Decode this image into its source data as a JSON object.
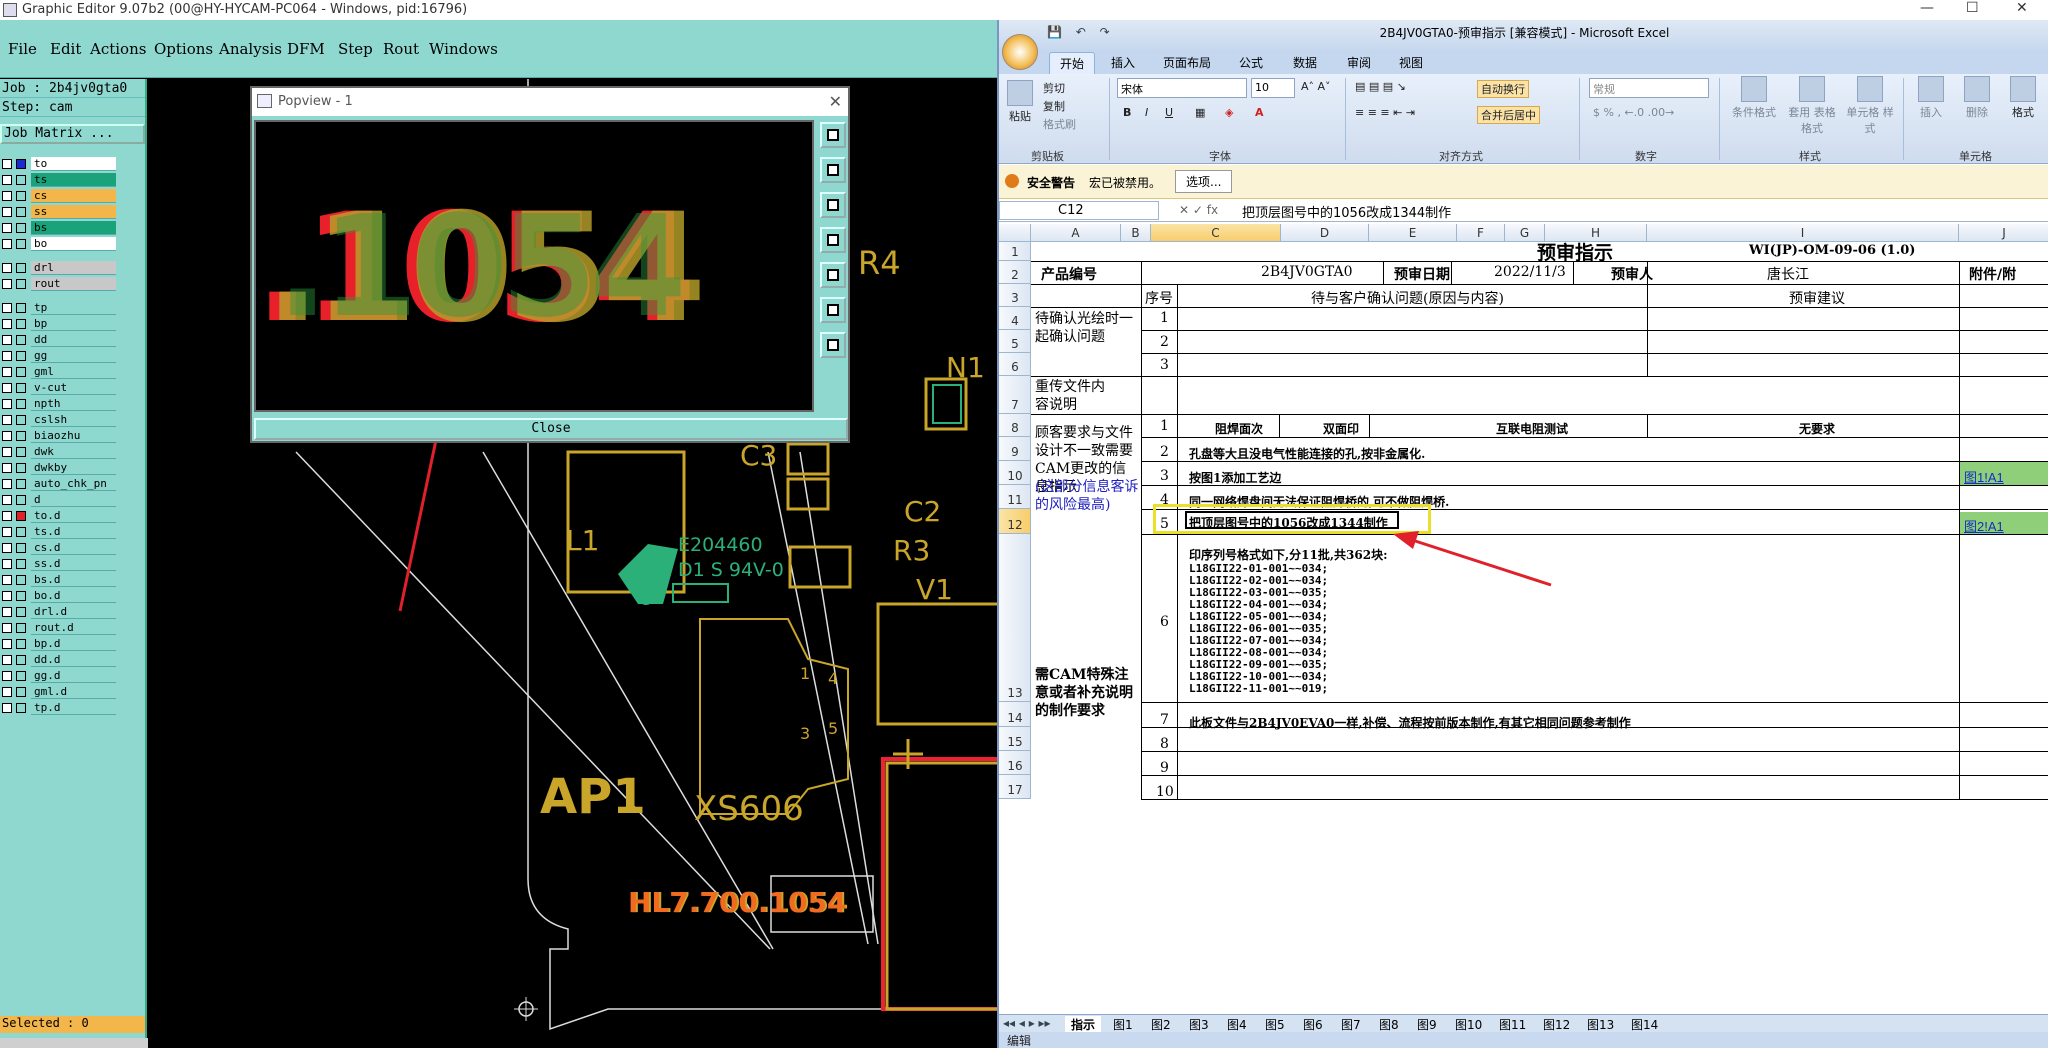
{
  "editor": {
    "title": "Graphic Editor 9.07b2 (00@HY-HYCAM-PC064 - Windows, pid:16796)",
    "menu": [
      "File",
      "Edit",
      "Actions",
      "Options",
      "Analysis",
      "DFM",
      "Step",
      "Rout",
      "Windows"
    ],
    "job": "Job : 2b4jv0gta0",
    "step": "Step: cam",
    "job_matrix": "Job Matrix ...",
    "layers": [
      {
        "name": "to",
        "color": "#ffffff"
      },
      {
        "name": "ts",
        "color": "#1aa37a"
      },
      {
        "name": "cs",
        "color": "#f3b64a"
      },
      {
        "name": "ss",
        "color": "#f3b64a"
      },
      {
        "name": "bs",
        "color": "#1aa37a"
      },
      {
        "name": "bo",
        "color": "#ffffff"
      },
      {
        "name": "drl",
        "color": "#c8c8c8"
      },
      {
        "name": "rout",
        "color": "#c8c8c8"
      },
      {
        "name": "tp",
        "color": "#8fd8d0"
      },
      {
        "name": "bp",
        "color": "#8fd8d0"
      },
      {
        "name": "dd",
        "color": "#8fd8d0"
      },
      {
        "name": "gg",
        "color": "#8fd8d0"
      },
      {
        "name": "gml",
        "color": "#8fd8d0"
      },
      {
        "name": "v-cut",
        "color": "#8fd8d0"
      },
      {
        "name": "npth",
        "color": "#8fd8d0"
      },
      {
        "name": "cslsh",
        "color": "#8fd8d0"
      },
      {
        "name": "biaozhu",
        "color": "#8fd8d0"
      },
      {
        "name": "dwk",
        "color": "#8fd8d0"
      },
      {
        "name": "dwkby",
        "color": "#8fd8d0"
      },
      {
        "name": "auto_chk_pn",
        "color": "#8fd8d0"
      },
      {
        "name": "d",
        "color": "#8fd8d0"
      },
      {
        "name": "to.d",
        "color": "#8fd8d0"
      },
      {
        "name": "ts.d",
        "color": "#8fd8d0"
      },
      {
        "name": "cs.d",
        "color": "#8fd8d0"
      },
      {
        "name": "ss.d",
        "color": "#8fd8d0"
      },
      {
        "name": "bs.d",
        "color": "#8fd8d0"
      },
      {
        "name": "bo.d",
        "color": "#8fd8d0"
      },
      {
        "name": "drl.d",
        "color": "#8fd8d0"
      },
      {
        "name": "rout.d",
        "color": "#8fd8d0"
      },
      {
        "name": "bp.d",
        "color": "#8fd8d0"
      },
      {
        "name": "dd.d",
        "color": "#8fd8d0"
      },
      {
        "name": "gg.d",
        "color": "#8fd8d0"
      },
      {
        "name": "gml.d",
        "color": "#8fd8d0"
      },
      {
        "name": "tp.d",
        "color": "#8fd8d0"
      }
    ],
    "selected": "Selected : 0",
    "canvas_labels": {
      "r4": "R4",
      "n1": "N1",
      "c3": "C3",
      "c2": "C2",
      "r3": "R3",
      "v1": "V1",
      "l1": "L1",
      "e_number": "E204460",
      "rating": "D1 S 94V-0",
      "ap1": "AP1",
      "xs606": "XS606",
      "hl": "HL7.700.1054",
      "pin1": "1",
      "pin4": "4",
      "pin5": "5",
      "pin3": "3"
    }
  },
  "popview": {
    "title": "Popview - 1",
    "zoom_text": ".1054",
    "close": "Close"
  },
  "excel": {
    "title": "2B4JV0GTA0-预审指示  [兼容模式] - Microsoft Excel",
    "tabs": [
      "开始",
      "插入",
      "页面布局",
      "公式",
      "数据",
      "审阅",
      "视图"
    ],
    "ribbon": {
      "paste": "粘贴",
      "cut": "剪切",
      "copy": "复制",
      "format_painter": "格式刷",
      "font_name": "宋体",
      "font_size": "10",
      "wrap": "自动换行",
      "merge": "合并后居中",
      "number_format": "常规",
      "cond_format": "条件格式",
      "table_format": "套用\n表格格式",
      "cell_style": "单元格\n样式",
      "insert": "插入",
      "delete": "删除",
      "format": "格式",
      "groups": [
        "剪贴板",
        "字体",
        "对齐方式",
        "数字",
        "样式",
        "单元格"
      ]
    },
    "security": {
      "label": "安全警告",
      "text": "宏已被禁用。",
      "options": "选项..."
    },
    "name_box": "C12",
    "formula": "把顶层图号中的1056改成1344制作",
    "columns": [
      "A",
      "B",
      "C",
      "D",
      "E",
      "F",
      "G",
      "H",
      "I",
      "J"
    ],
    "rows": [
      "1",
      "2",
      "3",
      "4",
      "5",
      "6",
      "7",
      "8",
      "9",
      "10",
      "11",
      "12",
      "13",
      "14",
      "15",
      "16",
      "17"
    ],
    "sheet": {
      "title": "预审指示",
      "doc_no": "WI(JP)-OM-09-06 (1.0)",
      "prod_label": "产品编号",
      "prod_value": "2B4JV0GTA0",
      "date_label": "预审日期",
      "date_value": "2022/11/3",
      "person_label": "预审人",
      "person_value": "唐长江",
      "attach_label": "附件/附",
      "seq_header": "序号",
      "issue_header": "待与客户确认问题(原因与内容)",
      "advice_header": "预审建议",
      "confirm_label": "待确认光绘时一起确认问题",
      "reupload_label": "重传文件内容说明",
      "mismatch_label": "顾客要求与文件设计不一致需要CAM更改的信息指示",
      "mismatch_note": "(这部分信息客诉的风险最高)",
      "special_label": "需CAM特殊注意或者补充说明的制作要求",
      "row8": {
        "seq": "1",
        "c": "阻焊面次",
        "d": "双面印",
        "e": "互联电阻测试",
        "i": "无要求"
      },
      "row9": {
        "seq": "2",
        "text": "孔盘等大且没电气性能连接的孔,按非金属化."
      },
      "row10": {
        "seq": "3",
        "text": "按图1添加工艺边",
        "link": "图1!A1"
      },
      "row11": {
        "seq": "4",
        "text": "同一网络焊盘间无法保证阻焊桥的,可不做阻焊桥."
      },
      "row12": {
        "seq": "5",
        "text": "把顶层图号中的1056改成1344制作",
        "link": "图2!A1"
      },
      "row13": {
        "seq": "6",
        "intro": "印序列号格式如下,分11批,共362块:",
        "lines": [
          "L18GII22-01-001~~034;",
          "L18GII22-02-001~~034;",
          "L18GII22-03-001~~035;",
          "L18GII22-04-001~~034;",
          "L18GII22-05-001~~034;",
          "L18GII22-06-001~~035;",
          "L18GII22-07-001~~034;",
          "L18GII22-08-001~~034;",
          "L18GII22-09-001~~035;",
          "L18GII22-10-001~~034;",
          "L18GII22-11-001~~019;"
        ]
      },
      "row14": {
        "seq": "7",
        "text": "此板文件与2B4JV0EVA0一样,补偿、流程按前版本制作,有其它相同问题参考制作"
      },
      "seq_rows": [
        "1",
        "2",
        "3",
        "8",
        "9",
        "10"
      ]
    },
    "sheet_tabs": [
      "指示",
      "图1",
      "图2",
      "图3",
      "图4",
      "图5",
      "图6",
      "图7",
      "图8",
      "图9",
      "图10",
      "图11",
      "图12",
      "图13",
      "图14"
    ],
    "status": "编辑"
  }
}
